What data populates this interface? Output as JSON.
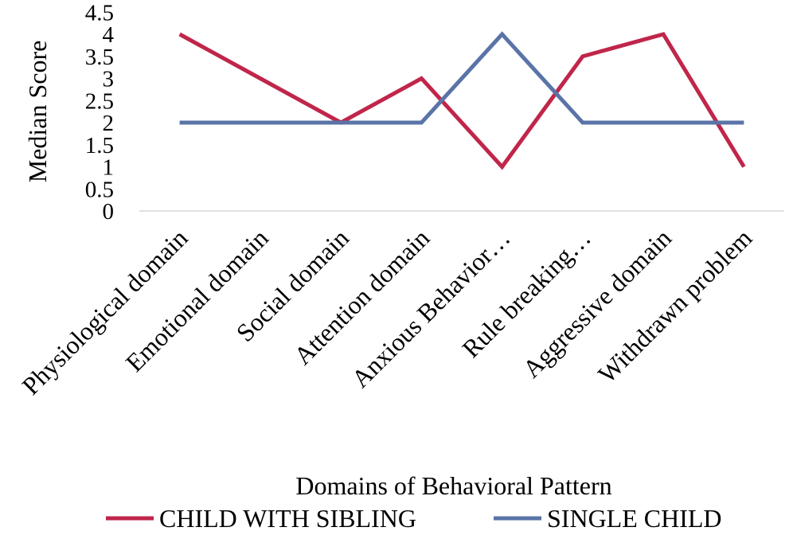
{
  "chart_data": {
    "type": "line",
    "title": "",
    "xlabel": "Domains of Behavioral Pattern",
    "ylabel": "Median Score",
    "ylim": [
      0,
      4.5
    ],
    "yticks": [
      "0",
      "0.5",
      "1",
      "1.5",
      "2",
      "2.5",
      "3",
      "3.5",
      "4",
      "4.5"
    ],
    "grid": false,
    "legend_position": "bottom",
    "categories": [
      "Physiological domain",
      "Emotional domain",
      "Social domain",
      "Attention domain",
      "Anxious Behavior…",
      "Rule breaking…",
      "Aggressive domain",
      "Withdrawn problem"
    ],
    "series": [
      {
        "name": "CHILD WITH SIBLING",
        "color": "#C0264A",
        "values": [
          4,
          3,
          2,
          3,
          1,
          3.5,
          4,
          1
        ]
      },
      {
        "name": "SINGLE CHILD",
        "color": "#5A74A8",
        "values": [
          2,
          2,
          2,
          2,
          4,
          2,
          2,
          2
        ]
      }
    ]
  }
}
